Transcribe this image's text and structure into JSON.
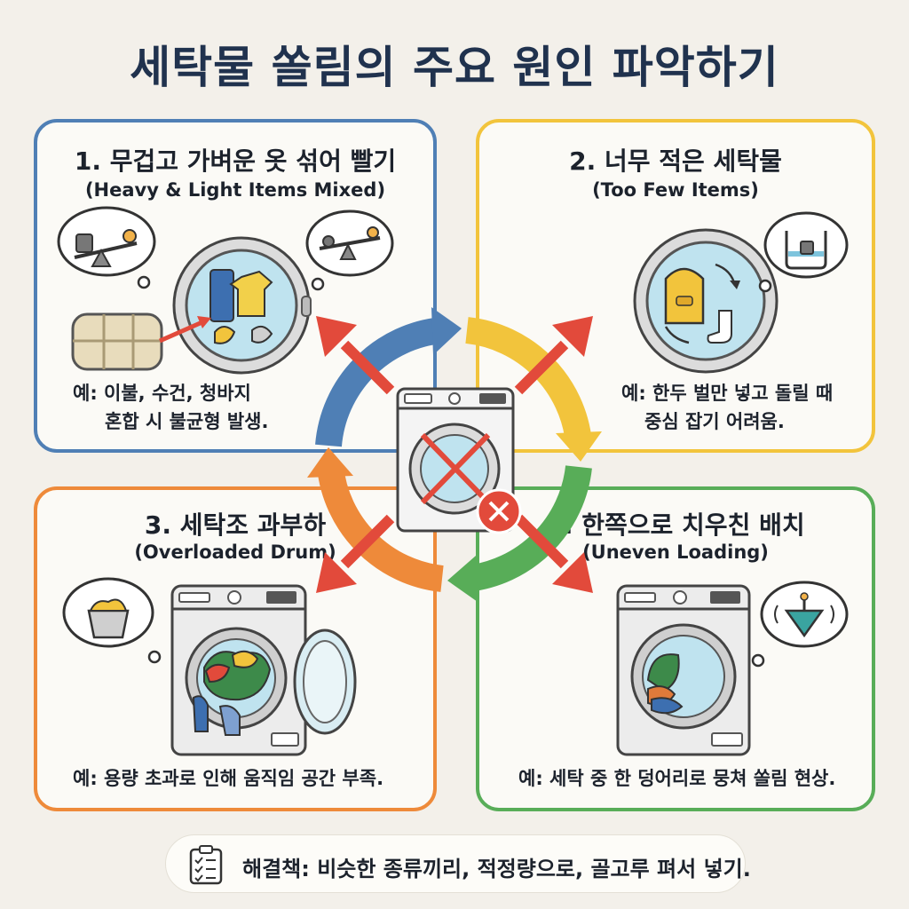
{
  "title": "세탁물 쏠림의 주요 원인 파악하기",
  "causes": [
    {
      "title": "1. 무겁고 가벼운 옷 섞어 빨기",
      "subtitle": "(Heavy & Light Items Mixed)",
      "example_line1": "예: 이불, 수건, 청바지",
      "example_line2": "혼합 시 불균형 발생.",
      "color": "#4f7fb5"
    },
    {
      "title": "2. 너무 적은 세탁물",
      "subtitle": "(Too Few Items)",
      "example_line1": "예: 한두 벌만 넣고 돌릴 때",
      "example_line2": "중심 잡기 어려움.",
      "color": "#f2c43c"
    },
    {
      "title": "3. 세탁조 과부하",
      "subtitle": "(Overloaded Drum)",
      "example_line1": "예: 용량 초과로 인해 움직임 공간 부족.",
      "color": "#ee8a3a"
    },
    {
      "title": "4. 한쪽으로 치우친 배치",
      "subtitle": "(Uneven Loading)",
      "example_line1": "예: 세탁 중 한 덩어리로 뭉쳐 쏠림 현상.",
      "color": "#58ad58"
    }
  ],
  "solution": "해결책: 비슷한 종류끼리, 적정량으로, 골고루 펴서 넣기."
}
